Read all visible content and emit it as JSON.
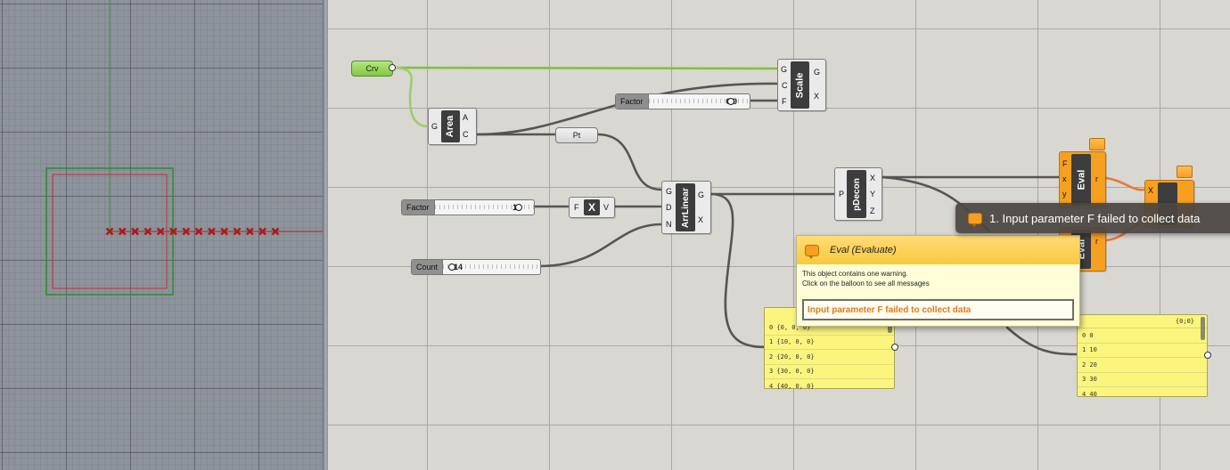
{
  "viewport": {
    "marker_count": 14
  },
  "params": {
    "crv": "Crv",
    "pt": "Pt"
  },
  "components": {
    "scale": {
      "title": "Scale",
      "inputs": [
        "G",
        "C",
        "F"
      ],
      "outputs": [
        "G",
        "X"
      ]
    },
    "area": {
      "title": "Area",
      "inputs": [
        "G"
      ],
      "outputs": [
        "A",
        "C"
      ]
    },
    "mult": {
      "title": "X",
      "inputs": [
        "F"
      ],
      "outputs": [
        "V"
      ]
    },
    "arrlinear": {
      "title": "ArrLinear",
      "inputs": [
        "G",
        "D",
        "N"
      ],
      "outputs": [
        "G",
        "X"
      ]
    },
    "pdecon": {
      "title": "pDecon",
      "inputs": [
        "P"
      ],
      "outputs": [
        "X",
        "Y",
        "Z"
      ]
    },
    "eval1": {
      "title": "Eval",
      "inputs": [
        "F",
        "x",
        "y"
      ],
      "outputs": [
        "r"
      ]
    },
    "eval2": {
      "title": "Eval",
      "outputs": [
        "r"
      ]
    },
    "right_comp": {
      "inputs": [
        "X"
      ]
    }
  },
  "sliders": {
    "factor_scale": {
      "label": "Factor",
      "value": "0.9",
      "fraction": 0.92
    },
    "factor_dist": {
      "label": "Factor",
      "value": "10",
      "fraction": 0.96
    },
    "count": {
      "label": "Count",
      "value": "14",
      "fraction": 0.0
    }
  },
  "panels": {
    "points": {
      "rows": [
        "0 {0, 0, 0}",
        "1 {10, 0, 0}",
        "2 {20, 0, 0}",
        "3 {30, 0, 0}",
        "4 {40, 0, 0}"
      ]
    },
    "numbers": {
      "header": "{0;0}",
      "rows": [
        "0 0",
        "1 10",
        "2 20",
        "3 30",
        "4 40"
      ]
    }
  },
  "tooltip": {
    "title": "Eval (Evaluate)",
    "line1": "This object contains one warning.",
    "line2": "Click on the balloon to see all messages",
    "warning": "Input parameter F failed to collect data"
  },
  "balloon": {
    "text": "1. Input parameter F failed to collect data"
  },
  "colors": {
    "wire": "#555555",
    "wire_selected": "#7cc340",
    "error_wire": "#ee7733",
    "warning": "#f7a020",
    "panel": "#fbf57e"
  }
}
